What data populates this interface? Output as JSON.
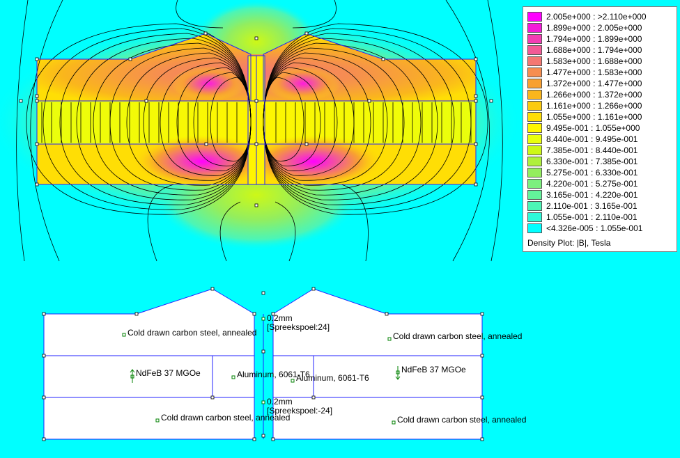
{
  "legend": {
    "caption": "Density Plot: |B|, Tesla",
    "rows": [
      {
        "label": "2.005e+000 : >2.110e+000",
        "color": "#FF00FF"
      },
      {
        "label": "1.899e+000 : 2.005e+000",
        "color": "#F41BD9"
      },
      {
        "label": "1.794e+000 : 1.899e+000",
        "color": "#F23EB4"
      },
      {
        "label": "1.688e+000 : 1.794e+000",
        "color": "#F25A96"
      },
      {
        "label": "1.583e+000 : 1.688e+000",
        "color": "#F47873"
      },
      {
        "label": "1.477e+000 : 1.583e+000",
        "color": "#F68E50"
      },
      {
        "label": "1.372e+000 : 1.477e+000",
        "color": "#F8A031"
      },
      {
        "label": "1.266e+000 : 1.372e+000",
        "color": "#FAB61C"
      },
      {
        "label": "1.161e+000 : 1.266e+000",
        "color": "#FCCB0E"
      },
      {
        "label": "1.055e+000 : 1.161e+000",
        "color": "#FFDE05"
      },
      {
        "label": "9.495e-001 : 1.055e+000",
        "color": "#FFF500"
      },
      {
        "label": "8.440e-001 : 9.495e-001",
        "color": "#E9FF0D"
      },
      {
        "label": "7.385e-001 : 8.440e-001",
        "color": "#CDF817"
      },
      {
        "label": "6.330e-001 : 7.385e-001",
        "color": "#AFF03C"
      },
      {
        "label": "5.275e-001 : 6.330e-001",
        "color": "#93EE5E"
      },
      {
        "label": "4.220e-001 : 5.275e-001",
        "color": "#7CF07E"
      },
      {
        "label": "3.165e-001 : 4.220e-001",
        "color": "#63F29A"
      },
      {
        "label": "2.110e-001 : 3.165e-001",
        "color": "#4CF5B6"
      },
      {
        "label": "1.055e-001 : 2.110e-001",
        "color": "#2EFAD9"
      },
      {
        "label": "<4.326e-005 : 1.055e-001",
        "color": "#00FFFF"
      }
    ]
  },
  "materials": {
    "steel_top_left": "Cold drawn carbon steel, annealed",
    "steel_top_right": "Cold drawn carbon steel, annealed",
    "steel_bottom_left": "Cold drawn carbon steel, annealed",
    "steel_bottom_right": "Cold drawn carbon steel, annealed",
    "magnet_left": "NdFeB 37 MGOe",
    "magnet_right": "NdFeB 37 MGOe",
    "alu_left": "Aluminum, 6061-T6",
    "alu_right": "Aluminum, 6061-T6",
    "wire_top": "0.2mm",
    "circuit_top": "[Spreekspoel:24]",
    "wire_bottom": "0.2mm",
    "circuit_bottom": "[Spreekspoel:-24]"
  }
}
